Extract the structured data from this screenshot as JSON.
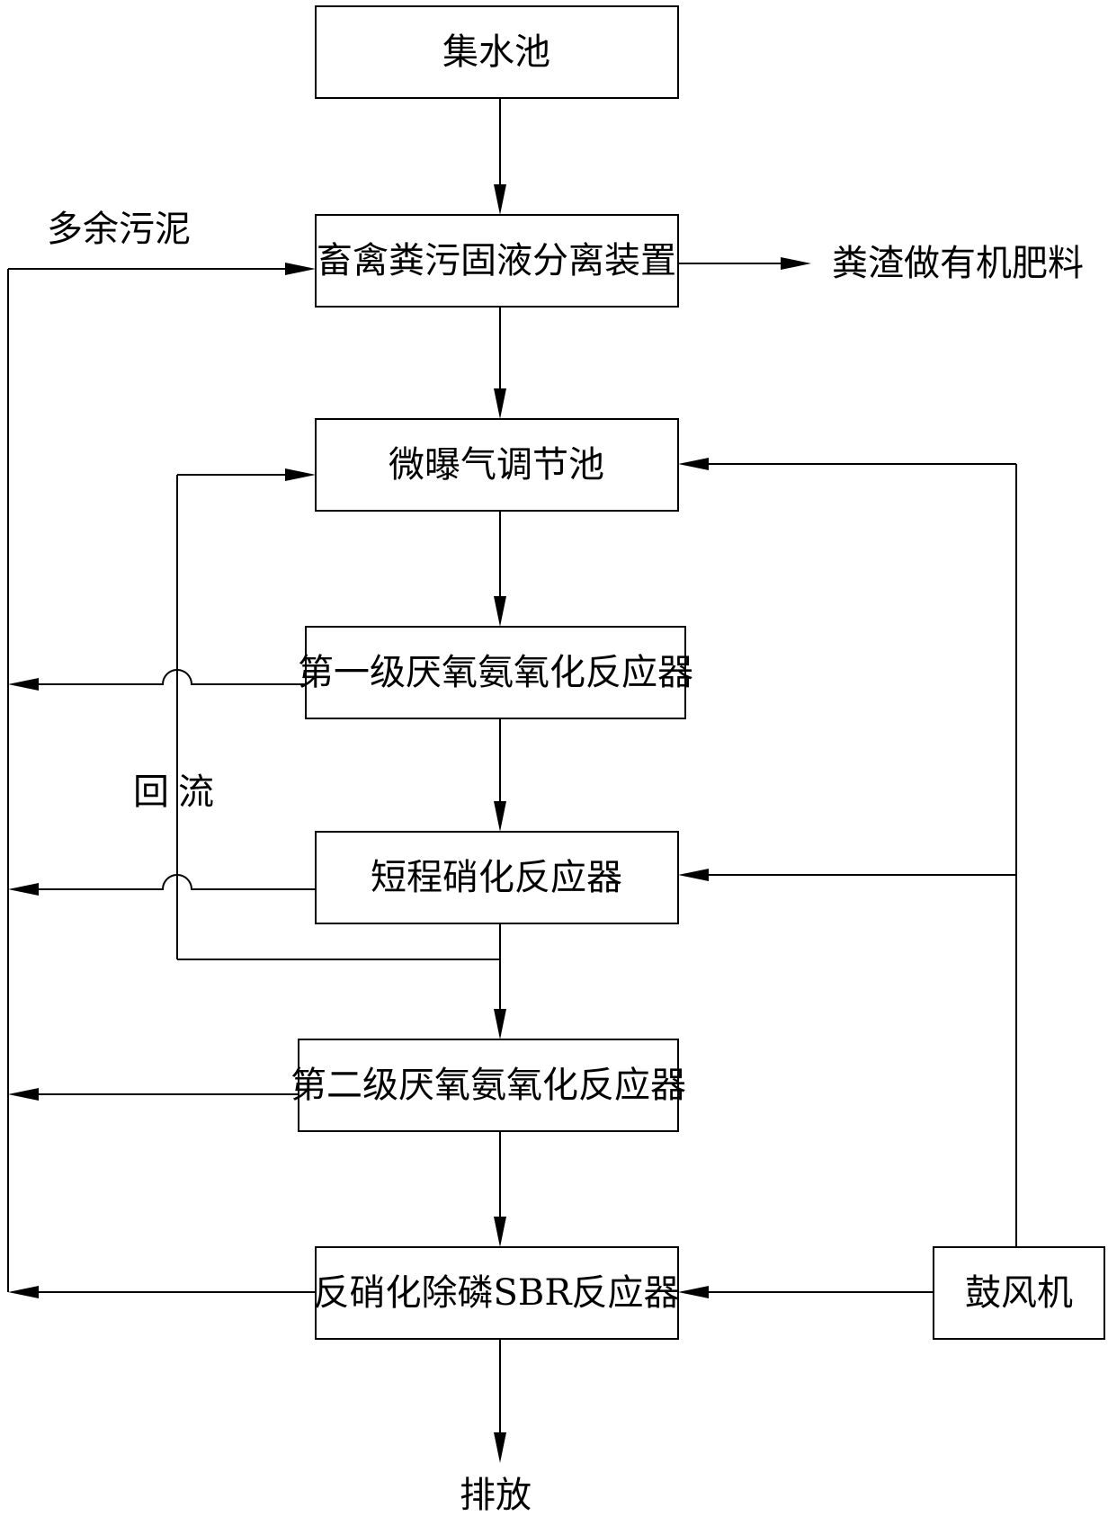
{
  "boxes": {
    "collection_tank": "集水池",
    "solid_liquid_separator": "畜禽粪污固液分离装置",
    "micro_aeration_tank": "微曝气调节池",
    "first_anammox_reactor": "第一级厌氧氨氧化反应器",
    "shortcut_nitrification_reactor": "短程硝化反应器",
    "second_anammox_reactor": "第二级厌氧氨氧化反应器",
    "denitrification_sbr_reactor": "反硝化除磷SBR反应器",
    "blower": "鼓风机"
  },
  "labels": {
    "excess_sludge": "多余污泥",
    "manure_fertilizer": "粪渣做有机肥料",
    "reflux_1": "回",
    "reflux_2": "流",
    "discharge": "排放"
  }
}
